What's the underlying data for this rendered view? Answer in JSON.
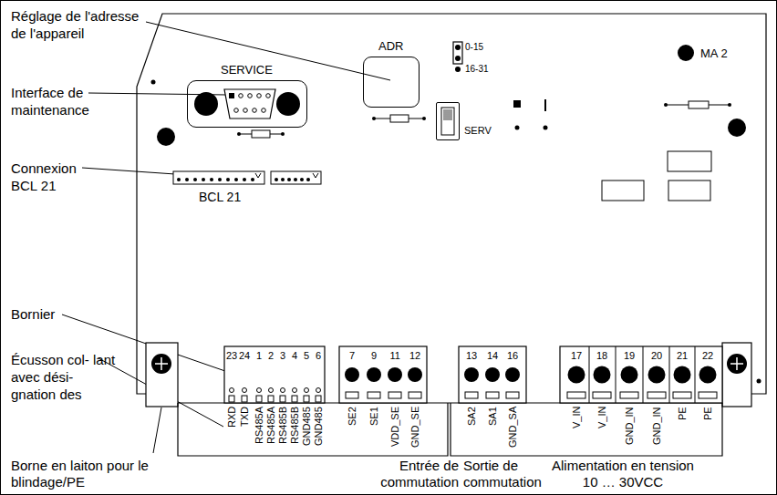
{
  "diagram": {
    "nodes": [
      {
        "text": [
          "ADR"
        ]
      },
      {
        "text": [
          "SERVICE"
        ]
      },
      {
        "text": [
          "SERV"
        ]
      }
    ],
    "labels": [
      "Réglage de l'adresse de l'appareil",
      "Interface de maintenance",
      "Connexion BCL 21",
      "Bornier",
      "Écusson col- lant avec dési- gnation des",
      "Borne en laiton pour le blindage/PE",
      "MA 2",
      "0-15",
      "16-31",
      "BCL 21",
      "23",
      "24",
      "1",
      "2",
      "3",
      "4",
      "5",
      "6",
      "7",
      "9",
      "11",
      "12",
      "13",
      "14",
      "16",
      "17",
      "18",
      "19",
      "20",
      "21",
      "22",
      "RXD",
      "TXD",
      "RS485A",
      "RS485A",
      "RS485B",
      "RS485B",
      "GND485",
      "GND485",
      "SE2",
      "SE1",
      "VDD_SE",
      "GND_SE",
      "SA2",
      "SA1",
      "GND_SA",
      "V_IN",
      "V_IN",
      "GND_IN",
      "GND_IN",
      "PE",
      "PE",
      "Entrée de commutation",
      "Sortie de commutation",
      "Alimentation en tension 10 … 30VCC"
    ]
  }
}
